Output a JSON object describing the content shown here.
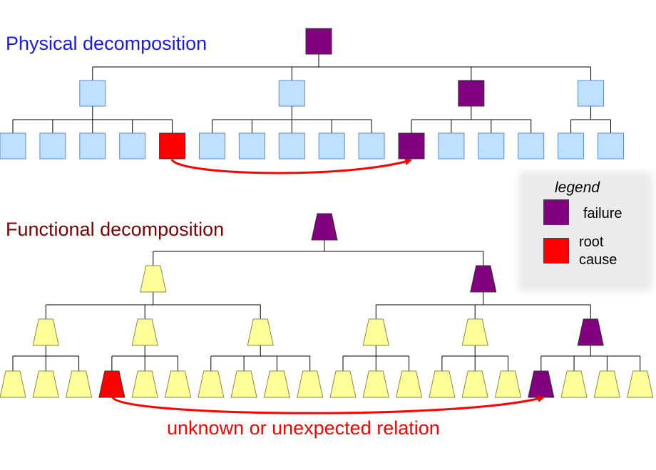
{
  "titles": {
    "physical": "Physical decomposition",
    "functional": "Functional decomposition"
  },
  "relation_label": "unknown or unexpected relation",
  "legend": {
    "title": "legend",
    "failure": "failure",
    "root_cause": "root cause"
  },
  "colors": {
    "physical_title": "#1a1ae6",
    "functional_title": "#800000",
    "relation": "#ff0000",
    "physical_normal": "#bfe0ff",
    "physical_border": "#5a8ccf",
    "functional_normal": "#ffff99",
    "functional_border": "#8a8a40",
    "failure": "#800080",
    "root_cause": "#ff0000",
    "connector": "#000000"
  },
  "physical_tree": {
    "state": "failure",
    "children": [
      {
        "state": "normal",
        "children": [
          "normal",
          "normal",
          "normal",
          "normal",
          "root_cause"
        ]
      },
      {
        "state": "normal",
        "children": [
          "normal",
          "normal",
          "normal",
          "normal",
          "normal"
        ]
      },
      {
        "state": "failure",
        "children": [
          "failure",
          "normal",
          "normal",
          "normal"
        ]
      },
      {
        "state": "normal",
        "children": [
          "normal",
          "normal"
        ]
      }
    ]
  },
  "functional_tree": {
    "state": "failure",
    "children": [
      {
        "state": "normal",
        "children": [
          {
            "state": "normal",
            "children": [
              "normal",
              "normal",
              "normal"
            ]
          },
          {
            "state": "normal",
            "children": [
              "root_cause",
              "normal",
              "normal"
            ]
          },
          {
            "state": "normal",
            "children": [
              "normal",
              "normal",
              "normal",
              "normal"
            ]
          }
        ]
      },
      {
        "state": "failure",
        "children": [
          {
            "state": "normal",
            "children": [
              "normal",
              "normal",
              "normal"
            ]
          },
          {
            "state": "normal",
            "children": [
              "normal",
              "normal",
              "normal"
            ]
          },
          {
            "state": "failure",
            "children": [
              "failure",
              "normal",
              "normal",
              "normal"
            ]
          }
        ]
      }
    ]
  }
}
